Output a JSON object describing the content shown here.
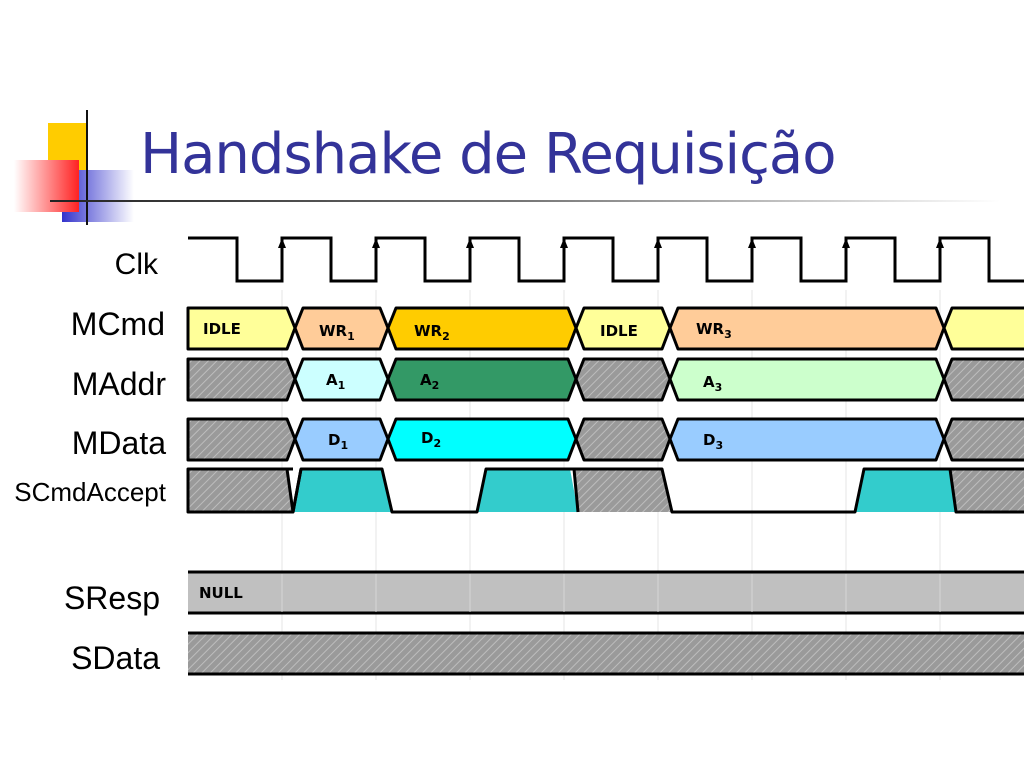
{
  "slide": {
    "title": "Handshake de Requisição"
  },
  "colors": {
    "title": "#333399",
    "idle": "#ffff99",
    "wr_light": "#ffcc99",
    "wr_dark": "#ffcc00",
    "addr_light": "#ccffff",
    "addr_dark": "#339966",
    "addr_pale": "#ccffcc",
    "data_light": "#99ccff",
    "data_cyan": "#00ffff",
    "accept": "#33cccc",
    "null_fill": "#c0c0c0",
    "hatched": "#999999"
  },
  "signals": [
    {
      "name": "Clk"
    },
    {
      "name": "MCmd"
    },
    {
      "name": "MAddr"
    },
    {
      "name": "MData"
    },
    {
      "name": "SCmdAccept"
    },
    {
      "name": "SResp"
    },
    {
      "name": "SData"
    }
  ],
  "segments": {
    "mcmd": [
      {
        "label": "IDLE",
        "sub": ""
      },
      {
        "label": "WR",
        "sub": "1"
      },
      {
        "label": "WR",
        "sub": "2"
      },
      {
        "label": "IDLE",
        "sub": ""
      },
      {
        "label": "WR",
        "sub": "3"
      }
    ],
    "maddr": [
      {
        "label": "A",
        "sub": "1"
      },
      {
        "label": "A",
        "sub": "2"
      },
      {
        "label": "A",
        "sub": "3"
      }
    ],
    "mdata": [
      {
        "label": "D",
        "sub": "1"
      },
      {
        "label": "D",
        "sub": "2"
      },
      {
        "label": "D",
        "sub": "3"
      }
    ],
    "sresp": [
      {
        "label": "NULL",
        "sub": ""
      }
    ]
  }
}
